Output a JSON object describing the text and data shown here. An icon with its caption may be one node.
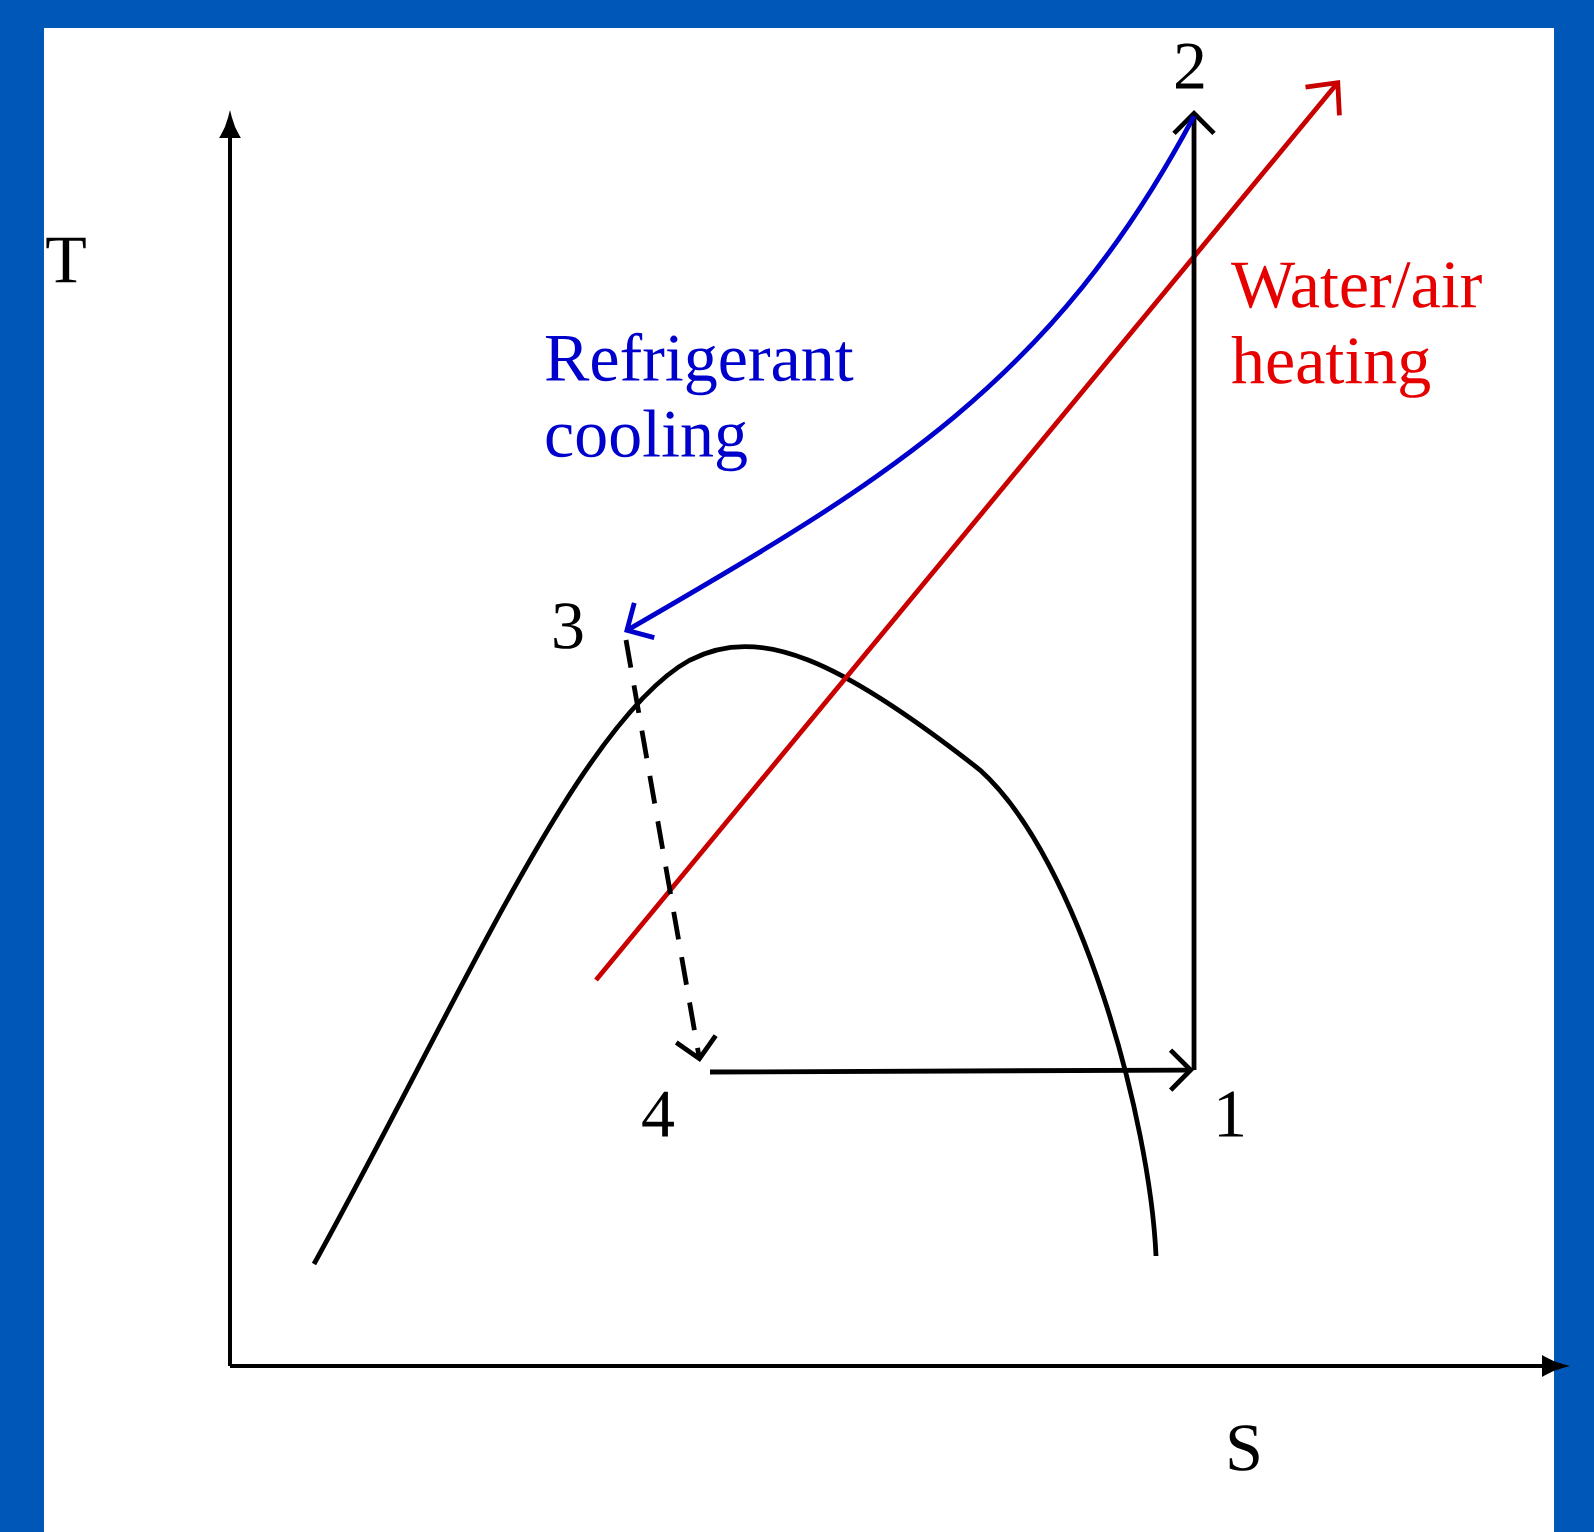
{
  "diagram": {
    "nodes": [
      {
        "text": [
          "2"
        ]
      },
      {
        "text": [
          "3"
        ]
      },
      {
        "text": [
          "4"
        ]
      },
      {
        "text": [
          "1"
        ]
      }
    ],
    "edges": [
      {
        "from": 3,
        "to": 0,
        "arrow": "to"
      },
      {
        "from": 0,
        "to": 1,
        "arrow": "to",
        "label": "Refrigerant cooling",
        "color": "#0000cc"
      },
      {
        "from": 1,
        "to": 2,
        "arrow": "to",
        "style": "dashed"
      },
      {
        "from": 2,
        "to": 3,
        "arrow": "to"
      }
    ],
    "labels": [
      "T",
      "Water/air heating",
      "S"
    ]
  }
}
